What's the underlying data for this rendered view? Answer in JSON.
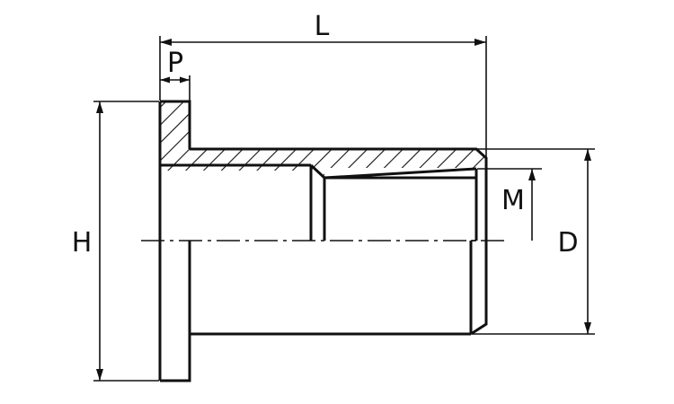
{
  "drawing": {
    "dimension_labels": {
      "L": "L",
      "P": "P",
      "H": "H",
      "M": "M",
      "D": "D"
    },
    "colors": {
      "line": "#111111",
      "background": "#ffffff"
    }
  }
}
